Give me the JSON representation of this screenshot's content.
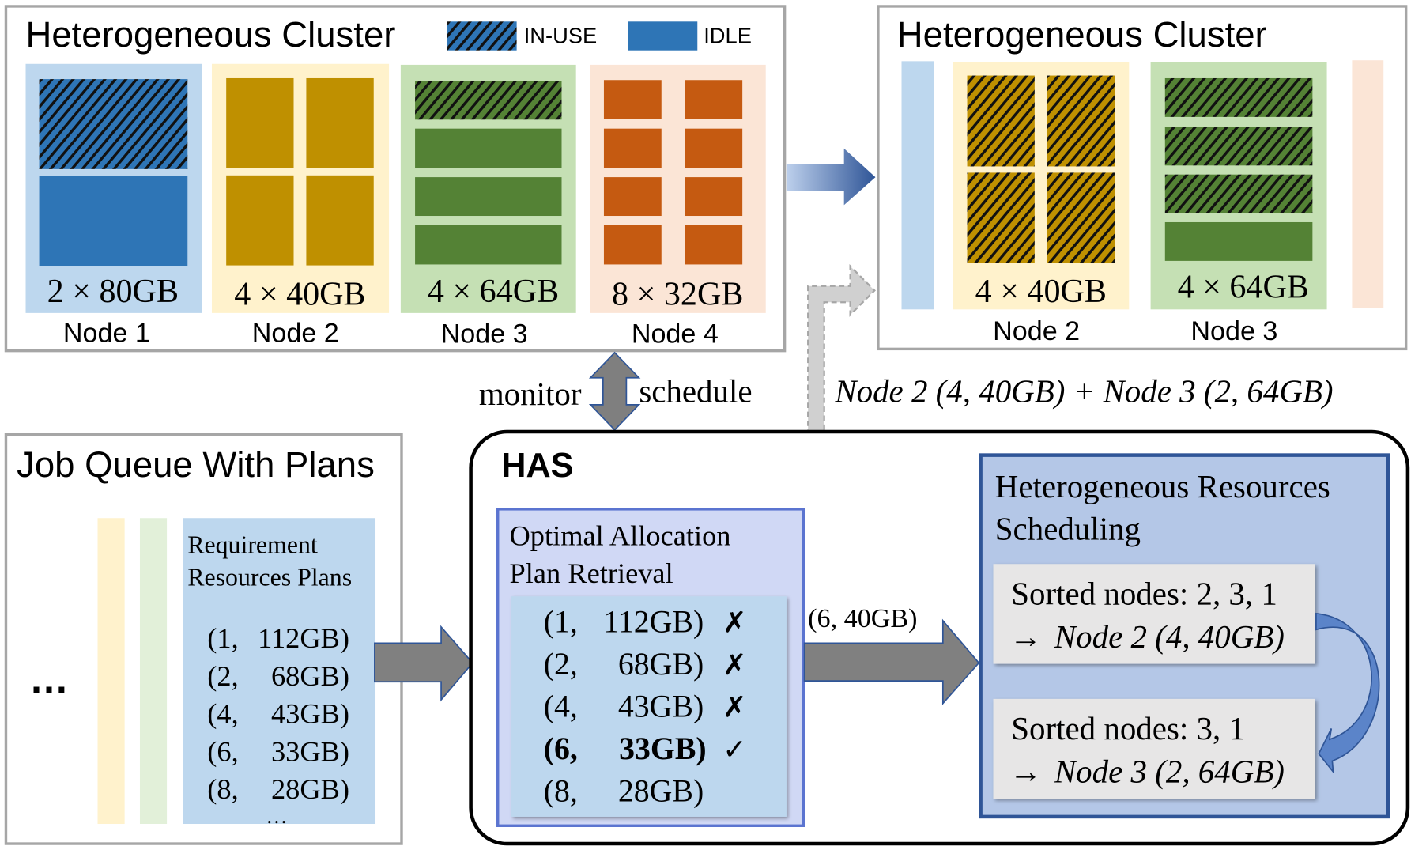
{
  "colors": {
    "node1": "#2e75b6",
    "node1_bg": "#bdd7ee",
    "node2": "#bf9000",
    "node2_bg": "#fff2cc",
    "node3": "#548235",
    "node3_bg": "#c5e0b4",
    "node4": "#c55a11",
    "node4_bg": "#fbe5d6",
    "has_border": "#000000",
    "retrieval_bg": "#d0d8f5",
    "scheduling_bg": "#b4c7e7"
  },
  "cluster_before": {
    "title": "Heterogeneous Cluster",
    "legend": {
      "in_use": "IN-USE",
      "idle": "IDLE"
    },
    "nodes": [
      {
        "name": "Node 1",
        "spec": "2 × 80GB",
        "gpus": 2,
        "in_use": 1
      },
      {
        "name": "Node 2",
        "spec": "4 × 40GB",
        "gpus": 4,
        "in_use": 0
      },
      {
        "name": "Node 3",
        "spec": "4 × 64GB",
        "gpus": 4,
        "in_use": 1
      },
      {
        "name": "Node 4",
        "spec": "8 × 32GB",
        "gpus": 8,
        "in_use": 0
      }
    ]
  },
  "cluster_after": {
    "title": "Heterogeneous Cluster",
    "nodes": [
      {
        "name": "Node 2",
        "spec": "4 × 40GB",
        "gpus": 4,
        "in_use": 4
      },
      {
        "name": "Node 3",
        "spec": "4 × 64GB",
        "gpus": 4,
        "in_use": 3
      }
    ]
  },
  "links": {
    "monitor": "monitor",
    "schedule": "schedule",
    "allocation_result": "Node 2 (4, 40GB) + Node 3 (2, 64GB)",
    "selected_plan_output": "(6, 40GB)"
  },
  "job_queue": {
    "title": "Job Queue With Plans",
    "ellipsis": "…",
    "card_title_1": "Requirement",
    "card_title_2": "Resources Plans",
    "plans": [
      {
        "gpus": "(1,",
        "mem": "112GB)"
      },
      {
        "gpus": "(2,",
        "mem": "68GB)"
      },
      {
        "gpus": "(4,",
        "mem": "43GB)"
      },
      {
        "gpus": "(6,",
        "mem": "33GB)"
      },
      {
        "gpus": "(8,",
        "mem": "28GB)"
      }
    ],
    "more": "…"
  },
  "has": {
    "title": "HAS",
    "retrieval": {
      "title_1": "Optimal Allocation",
      "title_2": "Plan Retrieval",
      "plans": [
        {
          "gpus": "(1,",
          "mem": "112GB)",
          "mark": "✗"
        },
        {
          "gpus": "(2,",
          "mem": "68GB)",
          "mark": "✗"
        },
        {
          "gpus": "(4,",
          "mem": "43GB)",
          "mark": "✗"
        },
        {
          "gpus": "(6,",
          "mem": "33GB)",
          "mark": "✓",
          "selected": true
        },
        {
          "gpus": "(8,",
          "mem": "28GB)",
          "mark": ""
        }
      ]
    },
    "scheduling": {
      "title_1": "Heterogeneous Resources",
      "title_2": "Scheduling",
      "steps": [
        {
          "sorted": "Sorted nodes: 2, 3, 1",
          "arrow": "→",
          "pick": "Node 2 (4, 40GB)"
        },
        {
          "sorted": "Sorted nodes: 3, 1",
          "arrow": "→",
          "pick": "Node 3 (2, 64GB)"
        }
      ]
    }
  }
}
